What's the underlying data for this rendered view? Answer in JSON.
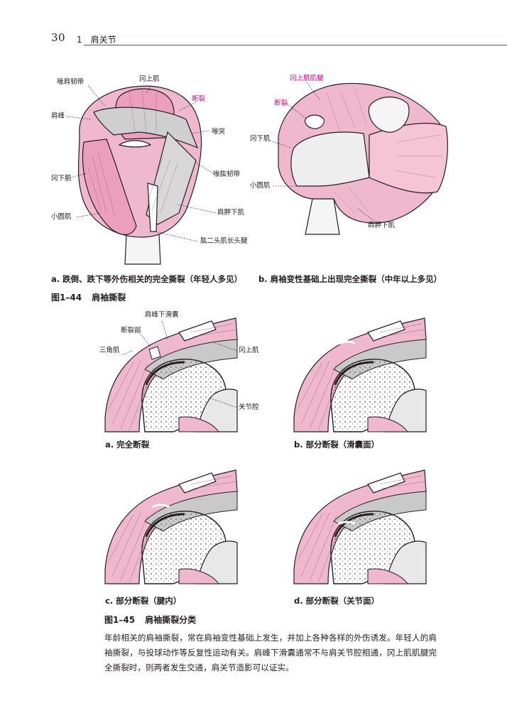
{
  "header": {
    "page_number": "30",
    "chapter": "1　肩关节"
  },
  "fig44": {
    "title_num": "图1–44",
    "title_text": "肩袖撕裂",
    "a": {
      "caption": "a. 跌倒、跌下等外伤相关的完全撕裂（年轻人多见）",
      "labels": {
        "coracoacromial": "喙肩韧带",
        "supraspinatus": "冈上肌",
        "tear": "断裂",
        "acromion": "肩峰",
        "coracoid": "喙突",
        "coracohumeral": "喙肱韧带",
        "infraspinatus": "冈下肌",
        "subscapularis": "肩胛下肌",
        "teres_minor": "小圆肌",
        "biceps": "肱二头肌长头腱"
      }
    },
    "b": {
      "caption": "b. 肩袖变性基础上出现完全撕裂（中年以上多见）",
      "labels": {
        "supraspinatus_tendon": "冈上肌肌腱",
        "tear": "断裂",
        "infraspinatus": "冈下肌",
        "teres_minor": "小圆肌",
        "subscapularis": "肩胛下肌"
      }
    }
  },
  "fig45": {
    "title_num": "图1–45",
    "title_text": "肩袖撕裂分类",
    "labels": {
      "bursa": "肩峰下滑囊",
      "tear_site": "断裂部",
      "deltoid": "三角肌",
      "supraspinatus": "冈上肌",
      "joint_cavity": "关节腔"
    },
    "captions": {
      "a": "a. 完全断裂",
      "b": "b. 部分断裂（滑囊面）",
      "c": "c. 部分断裂（腱内）",
      "d": "d. 部分断裂（关节面）"
    }
  },
  "body_text": "年龄相关的肩袖撕裂，常在肩袖变性基础上发生，并加上各种各样的外伤诱发。年轻人的肩袖撕裂，与投球动作等反复性运动有关。肩峰下滑囊通常不与肩关节腔相通，冈上肌肌腱完全撕裂时，则两者发生交通，肩关节造影可以证实。",
  "colors": {
    "accent": "#e5007f",
    "muscle": "#f0b8cc",
    "tendon": "#c9c9c9"
  }
}
